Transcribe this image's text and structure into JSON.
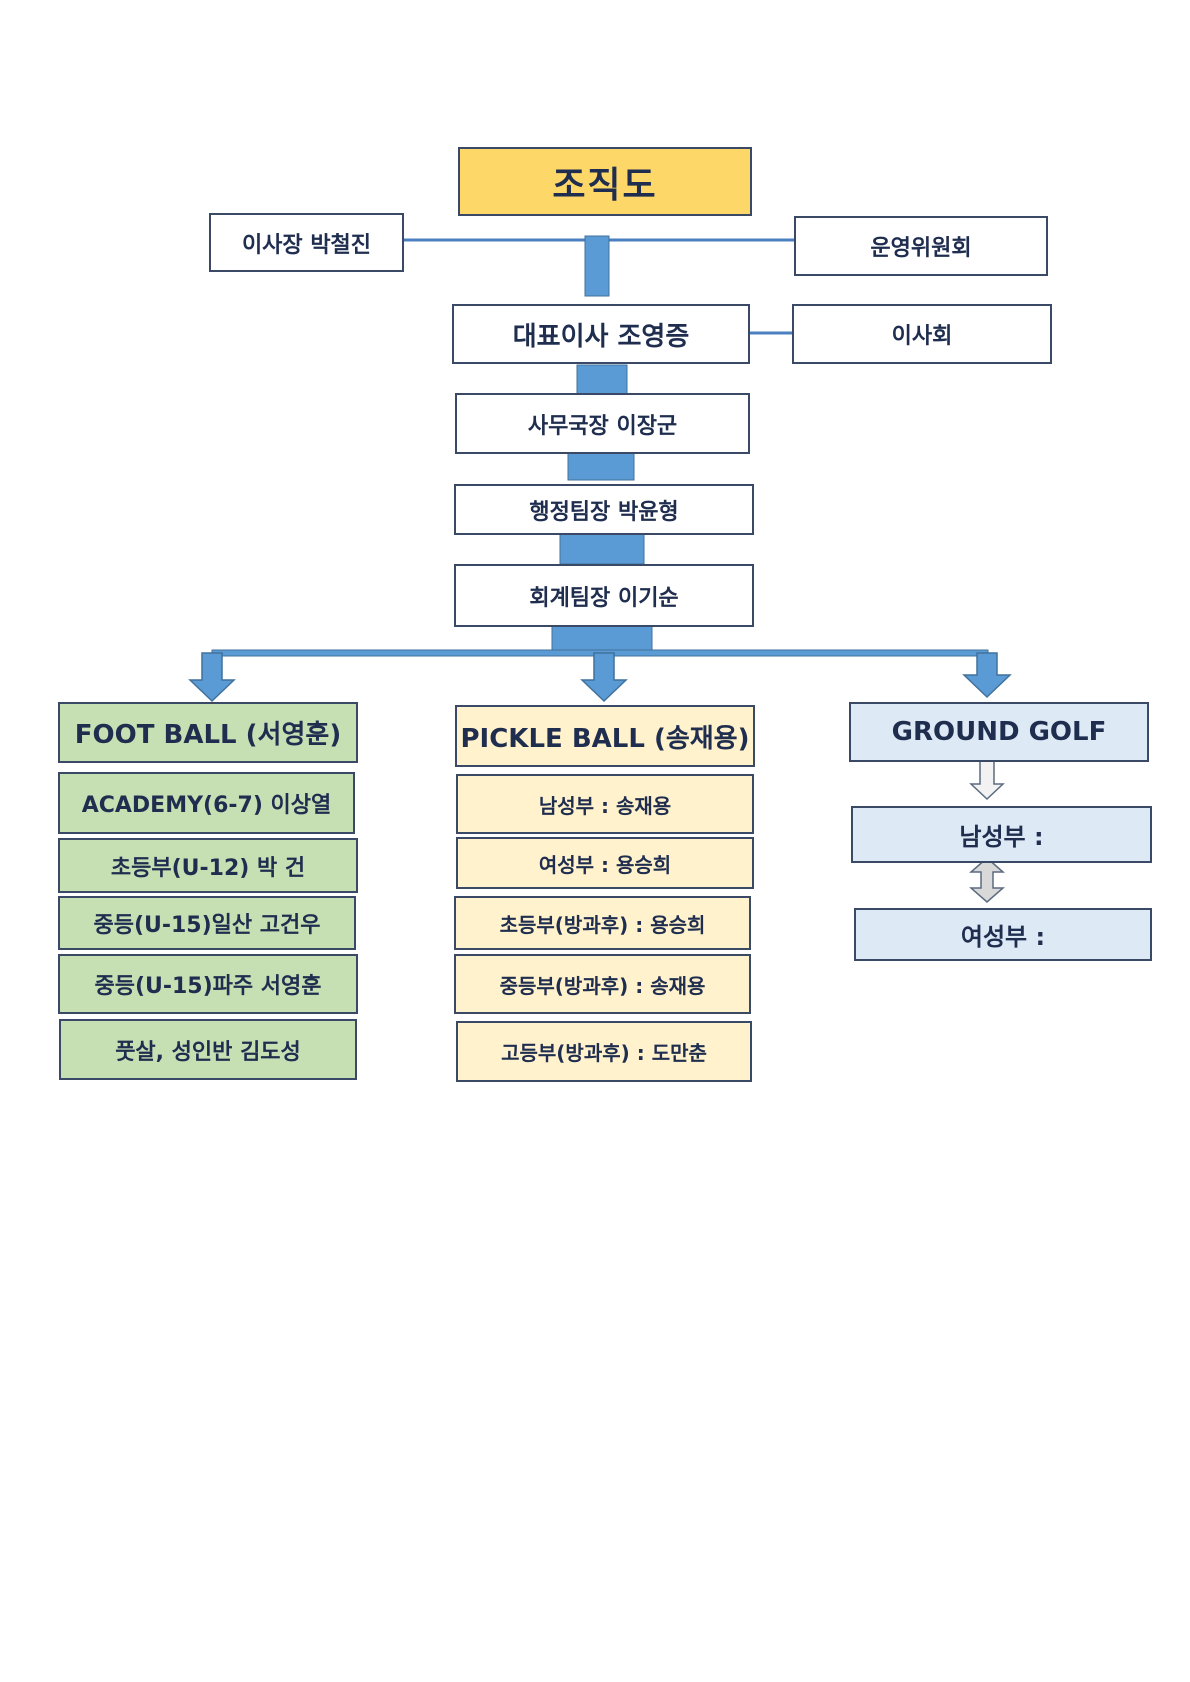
{
  "title": "조직도",
  "chairman": "이사장 박철진",
  "committee": "운영위원회",
  "ceo": "대표이사 조영증",
  "board": "이사회",
  "secretary_general": "사무국장 이장군",
  "admin_team": "행정팀장 박윤형",
  "accounting_team": "회계팀장 이기순",
  "divisions": {
    "football": {
      "header": "FOOT BALL (서영훈)",
      "items": [
        "ACADEMY(6-7) 이상열",
        "초등부(U-12) 박 건",
        "중등(U-15)일산  고건우",
        "중등(U-15)파주 서영훈",
        "풋살, 성인반  김도성"
      ]
    },
    "pickleball": {
      "header": "PICKLE BALL (송재용)",
      "items": [
        "남성부 : 송재용",
        "여성부 : 용승희",
        "초등부(방과후) : 용승희",
        "중등부(방과후) : 송재용",
        "고등부(방과후) : 도만춘"
      ]
    },
    "groundgolf": {
      "header": "GROUND GOLF",
      "items": [
        "남성부 :",
        "여성부 :"
      ]
    }
  },
  "colors": {
    "title_fill": "#fdd868",
    "connector": "#5b9bd5",
    "football_fill": "#c6e0b4",
    "pickleball_fill": "#fff2cc",
    "groundgolf_fill": "#dee9f6"
  }
}
